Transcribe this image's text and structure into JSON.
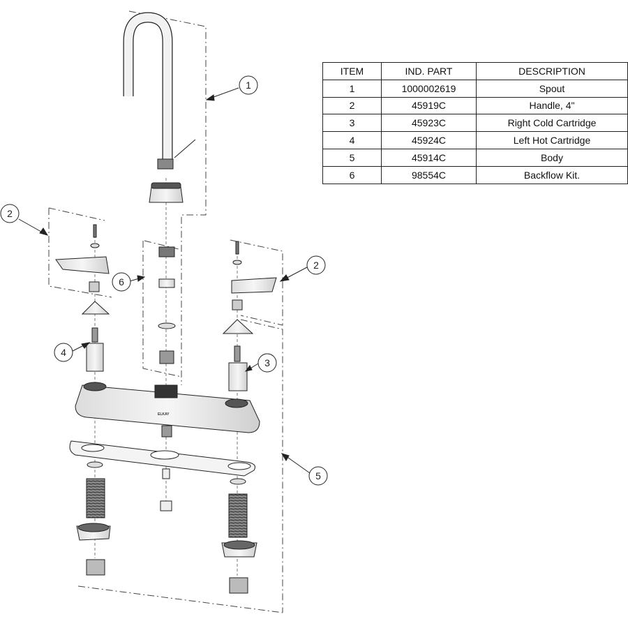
{
  "parts_table": {
    "headers": [
      "ITEM",
      "IND. PART",
      "DESCRIPTION"
    ],
    "rows": [
      {
        "item": "1",
        "part": "1000002619",
        "description": "Spout"
      },
      {
        "item": "2",
        "part": "45919C",
        "description": "Handle, 4\""
      },
      {
        "item": "3",
        "part": "45923C",
        "description": "Right Cold Cartridge"
      },
      {
        "item": "4",
        "part": "45924C",
        "description": "Left Hot Cartridge"
      },
      {
        "item": "5",
        "part": "45914C",
        "description": "Body"
      },
      {
        "item": "6",
        "part": "98554C",
        "description": "Backflow Kit."
      }
    ]
  },
  "callouts": {
    "spout": "1",
    "handle_left": "2",
    "handle_right": "2",
    "right_cartridge": "3",
    "left_cartridge": "4",
    "body": "5",
    "backflow_kit": "6"
  },
  "body_brand": "ELKAY"
}
